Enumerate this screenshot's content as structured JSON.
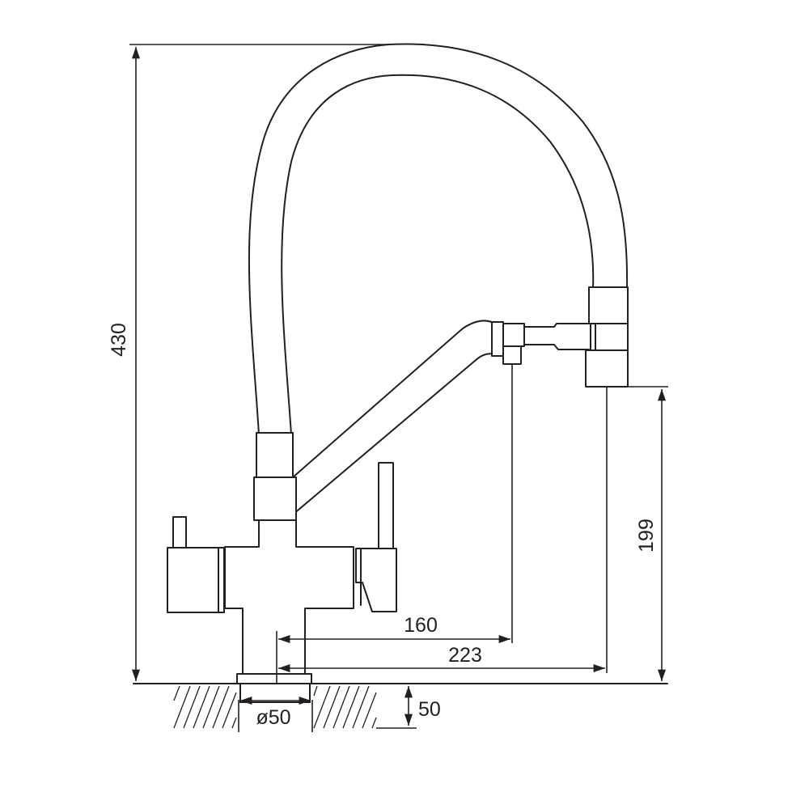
{
  "dimensions": {
    "total_height": "430",
    "spout_height": "199",
    "filter_reach": "160",
    "spout_reach": "223",
    "base_diameter": "ø50",
    "deck_thickness": "50"
  },
  "colors": {
    "line": "#231f20",
    "background": "#ffffff"
  }
}
